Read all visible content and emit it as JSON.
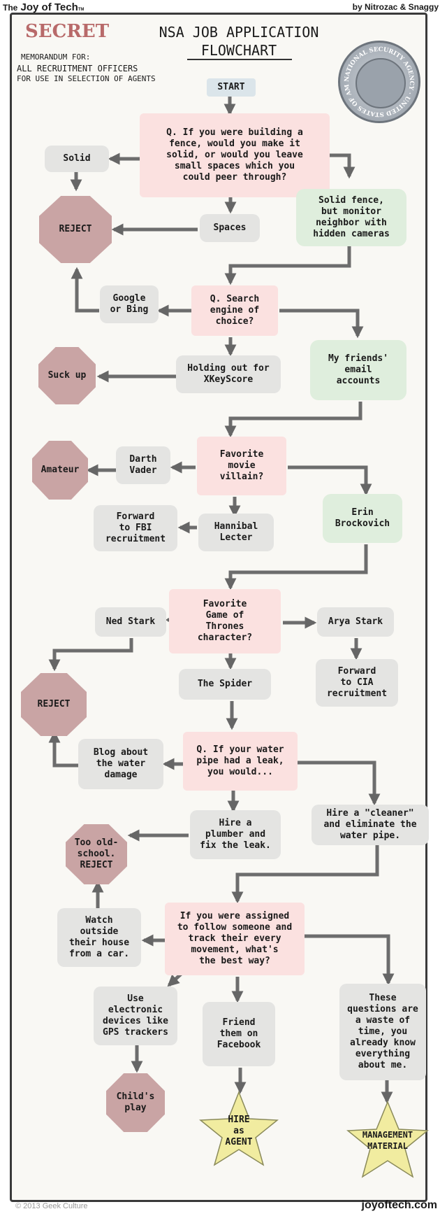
{
  "header": {
    "left_the": "The",
    "left_brand": "Joy of Tech",
    "left_tm": "TM",
    "right": "by Nitrozac & Snaggy"
  },
  "memo": {
    "stamp": "SECRET",
    "title_1": "NSA JOB APPLICATION",
    "title_2": "FLOWCHART",
    "memo_1": "MEMORANDUM FOR:",
    "memo_2": "ALL RECRUITMENT OFFICERS",
    "memo_3": "FOR USE IN SELECTION OF AGENTS"
  },
  "seal": {
    "text": "NATIONAL SECURITY AGENCY · UNITED STATES OF AMERICA"
  },
  "nodes": {
    "start": "START",
    "q1": "Q. If you were building a\nfence, would you make it\nsolid, or would you leave\nsmall spaces which you\ncould peer through?",
    "solid": "Solid",
    "reject1": "REJECT",
    "spaces": "Spaces",
    "solid_fence": "Solid fence,\nbut monitor\nneighbor with\nhidden cameras",
    "google": "Google\nor Bing",
    "q2": "Q. Search\nengine of\nchoice?",
    "suckup": "Suck up",
    "xkeyscore": "Holding out for\nXKeyScore",
    "friends_email": "My friends'\nemail\naccounts",
    "q3": "Favorite\nmovie\nvillain?",
    "amateur": "Amateur",
    "darth": "Darth\nVader",
    "fbi": "Forward\nto FBI\nrecruitment",
    "hannibal": "Hannibal\nLecter",
    "erin": "Erin\nBrockovich",
    "q4": "Favorite\nGame of\nThrones\ncharacter?",
    "ned": "Ned Stark",
    "arya": "Arya Stark",
    "reject2": "REJECT",
    "spider": "The Spider",
    "cia": "Forward\nto CIA\nrecruitment",
    "q5": "Q. If your water\npipe had a leak,\nyou would...",
    "blog": "Blog about\nthe water\ndamage",
    "cleaner": "Hire a \"cleaner\"\nand eliminate the\nwater pipe.",
    "oldschool": "Too old-\nschool.\nREJECT",
    "plumber": "Hire a\nplumber and\nfix the leak.",
    "q6": "If you were assigned\nto follow someone and\ntrack their every\nmovement, what's\nthe best way?",
    "watch": "Watch\noutside\ntheir house\nfrom a car.",
    "gps": "Use\nelectronic\ndevices like\nGPS trackers",
    "facebook": "Friend\nthem on\nFacebook",
    "waste": "These\nquestions are\na waste of\ntime, you\nalready know\neverything\nabout me.",
    "childsplay": "Child's\nplay",
    "hire": "HIRE\nas\nAGENT",
    "management": "MANAGEMENT\nMATERIAL"
  },
  "footer": {
    "left": "© 2013 Geek Culture",
    "right": "joyoftech.com"
  }
}
